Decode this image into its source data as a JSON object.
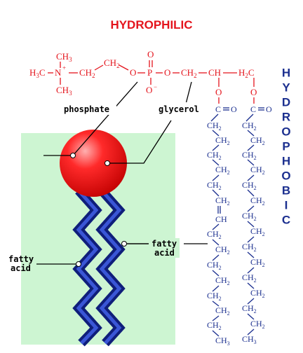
{
  "hydrophilic_label": "HYDROPHILIC",
  "hydrophobic_label": "HYDROPHOBIC",
  "labels": {
    "phosphate": "phosphate",
    "glycerol": "glycerol",
    "fatty": "fatty",
    "acid": "acid"
  },
  "formula": {
    "ch3": "CH",
    "n": "N",
    "ch2": "CH",
    "ch": "CH",
    "o": "O",
    "p": "P",
    "c": "C",
    "h2c": "H",
    "two": "2",
    "three": "3",
    "plus": "+",
    "minus": "−"
  },
  "chain": {
    "c": "C",
    "o": "O",
    "ch2": "CH",
    "ch": "CH",
    "ch3": "CH",
    "two": "2",
    "three": "3"
  },
  "colors": {
    "red": "#e4141c",
    "blue": "#1b2f8f",
    "box": "#cdf5d2"
  }
}
